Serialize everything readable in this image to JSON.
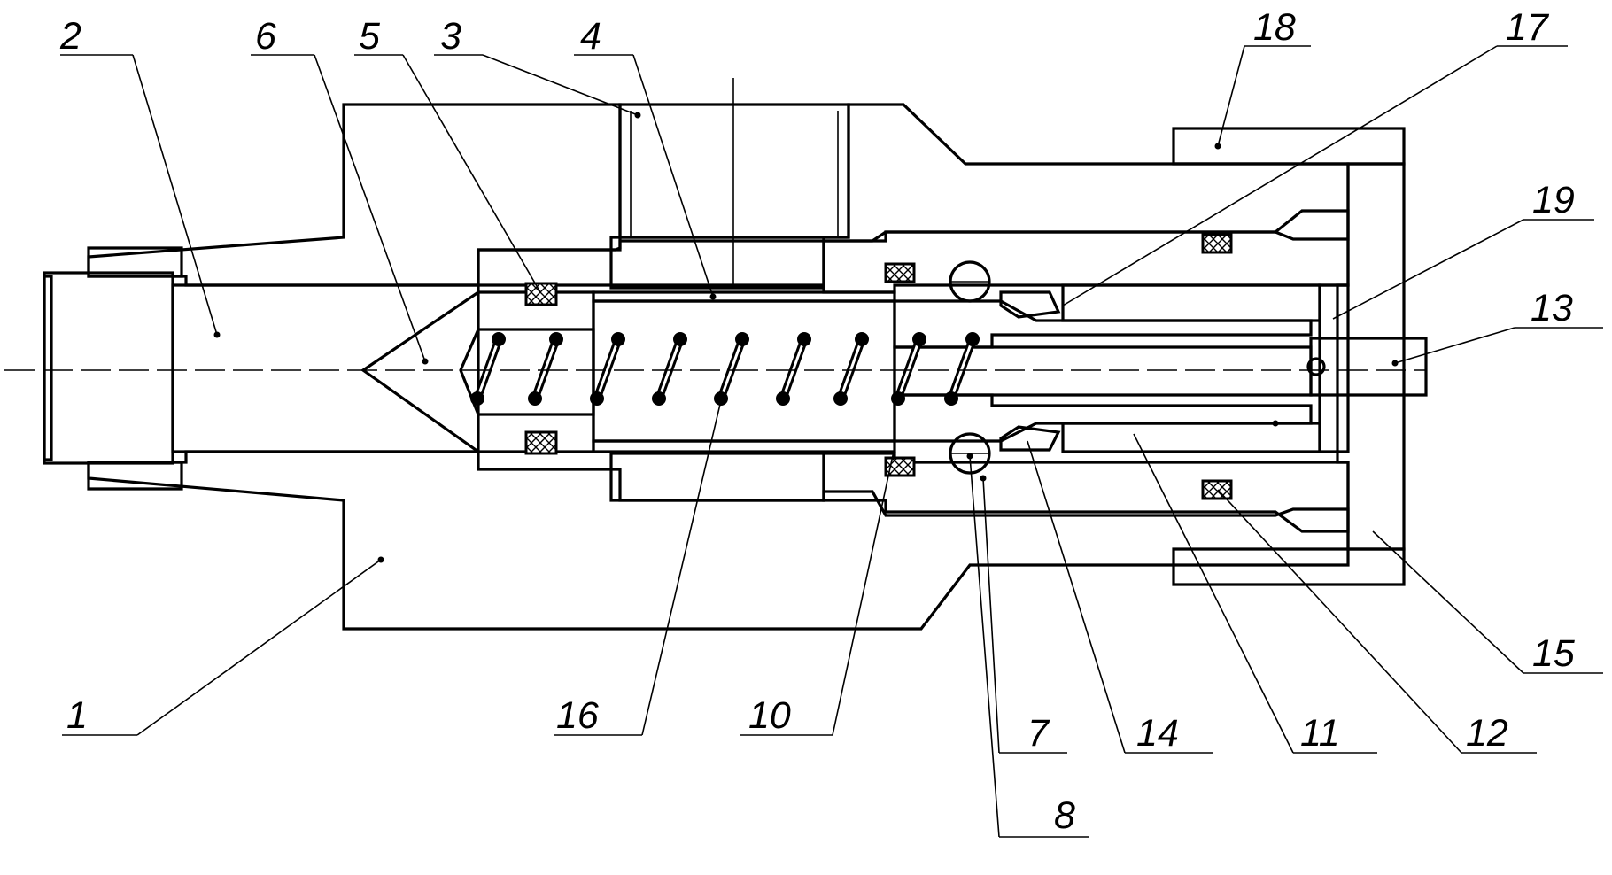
{
  "labels": [
    "1",
    "2",
    "3",
    "4",
    "5",
    "6",
    "7",
    "8",
    "10",
    "11",
    "12",
    "13",
    "14",
    "15",
    "16",
    "17",
    "18",
    "19"
  ],
  "colors": {
    "ink": "#000000",
    "paper": "#ffffff",
    "seal": "#000000"
  }
}
